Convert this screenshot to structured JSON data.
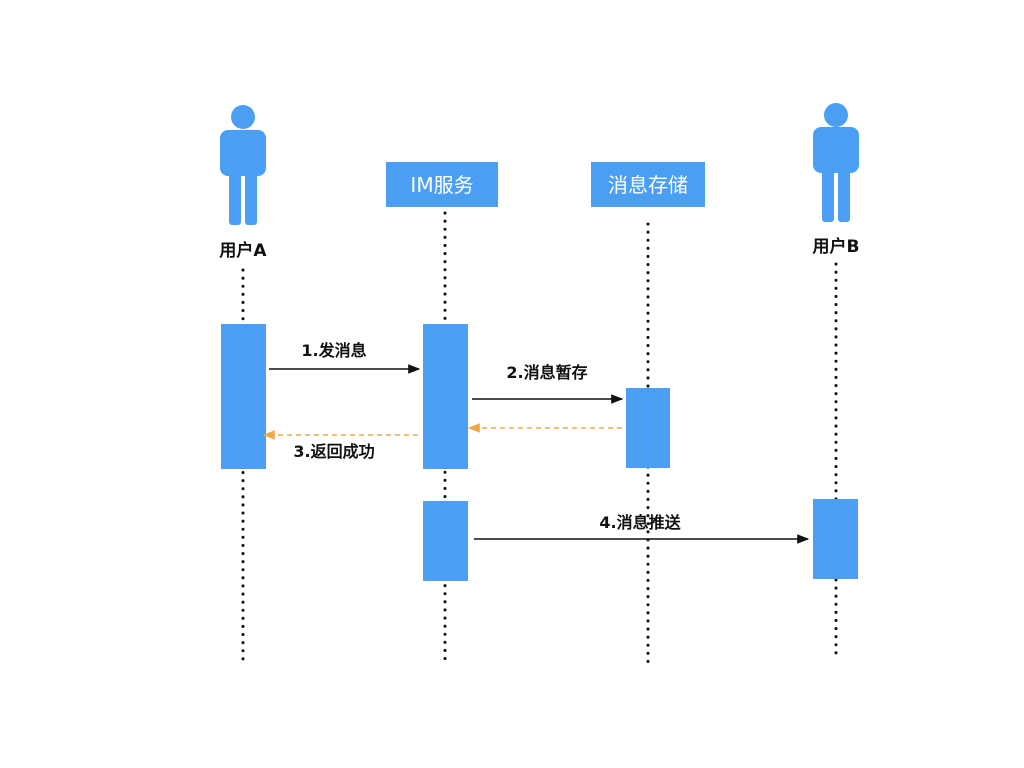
{
  "colors": {
    "accent": "#4a9ff5",
    "message_line": "#111111",
    "return_line": "#f0a84a"
  },
  "participants": {
    "user_a": {
      "label": "用户A",
      "icon": "person-icon"
    },
    "im_service": {
      "label": "IM服务"
    },
    "message_store": {
      "label": "消息存储"
    },
    "user_b": {
      "label": "用户B",
      "icon": "person-icon"
    }
  },
  "messages": [
    {
      "label": "1.发消息",
      "from": "用户A",
      "to": "IM服务",
      "kind": "call"
    },
    {
      "label": "2.消息暂存",
      "from": "IM服务",
      "to": "消息存储",
      "kind": "call"
    },
    {
      "label": "",
      "from": "消息存储",
      "to": "IM服务",
      "kind": "return"
    },
    {
      "label": "3.返回成功",
      "from": "IM服务",
      "to": "用户A",
      "kind": "return"
    },
    {
      "label": "4.消息推送",
      "from": "IM服务",
      "to": "用户B",
      "kind": "call"
    }
  ]
}
